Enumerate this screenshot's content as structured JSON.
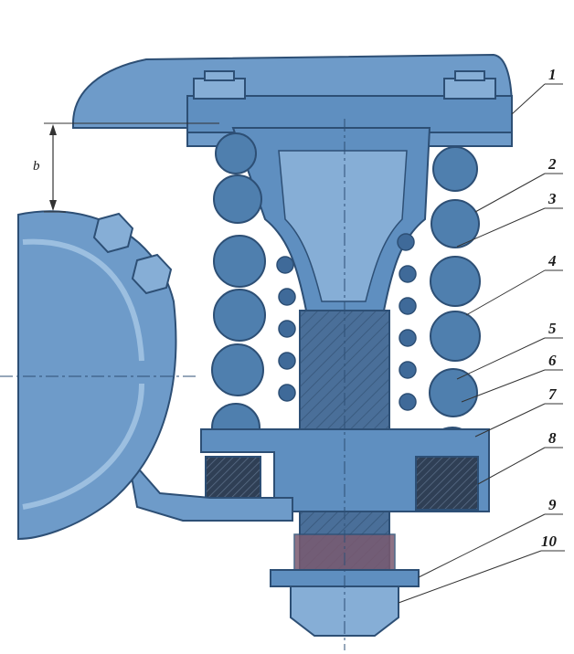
{
  "diagram": {
    "dimension_label": "b",
    "callouts": [
      {
        "number": "1"
      },
      {
        "number": "2"
      },
      {
        "number": "3"
      },
      {
        "number": "4"
      },
      {
        "number": "5"
      },
      {
        "number": "6"
      },
      {
        "number": "7"
      },
      {
        "number": "8"
      },
      {
        "number": "9"
      },
      {
        "number": "10"
      }
    ],
    "colors": {
      "body": "#5f8fc0",
      "body_light": "#86aed6",
      "body_dark": "#3f6a99",
      "outline": "#2d4f75",
      "coil": "#4f7fae",
      "pad": "#2f3f55",
      "rod": "#4a6f99",
      "leader": "#333333"
    }
  }
}
